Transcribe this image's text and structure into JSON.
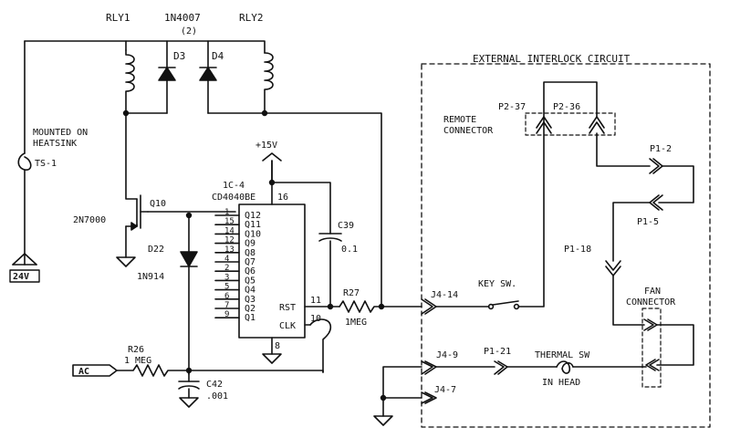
{
  "labels": {
    "rly1": "RLY1",
    "rly2": "RLY2",
    "diode_part": "1N4007",
    "diode_qty": "(2)",
    "d3": "D3",
    "d4": "D4",
    "mounted1": "MOUNTED ON",
    "mounted2": "HEATSINK",
    "ts1": "TS-1",
    "v24": "24V",
    "plus15v": "+15V",
    "ic_ref": "1C-4",
    "ic_part": "CD4040BE",
    "pin16": "16",
    "q10": "Q10",
    "q10_part": "2N7000",
    "d22": "D22",
    "d22_part": "1N914",
    "c39": "C39",
    "c39_val": "0.1",
    "rst": "RST",
    "clk": "CLK",
    "pin11": "11",
    "pin10": "10",
    "pin8": "8",
    "r27": "R27",
    "r27_val": "1MEG",
    "r26": "R26",
    "r26_val": "1 MEG",
    "ac": "AC",
    "c42": "C42",
    "c42_val": ".001",
    "ext_title": "EXTERNAL INTERLOCK CIRCUIT",
    "remote1": "REMOTE",
    "remote2": "CONNECTOR",
    "p2_37": "P2-37",
    "p2_36": "P2-36",
    "p1_2": "P1-2",
    "p1_5": "P1-5",
    "p1_18": "P1-18",
    "j4_14": "J4-14",
    "key_sw": "KEY SW.",
    "j4_9": "J4-9",
    "j4_7": "J4-7",
    "p1_21": "P1-21",
    "thermal_sw": "THERMAL SW",
    "in_head": "IN HEAD",
    "fan1": "FAN",
    "fan2": "CONNECTOR"
  },
  "ic_pins": [
    {
      "num": "1",
      "name": "Q12"
    },
    {
      "num": "15",
      "name": "Q11"
    },
    {
      "num": "14",
      "name": "Q10"
    },
    {
      "num": "12",
      "name": "Q9"
    },
    {
      "num": "13",
      "name": "Q8"
    },
    {
      "num": "4",
      "name": "Q7"
    },
    {
      "num": "2",
      "name": "Q6"
    },
    {
      "num": "3",
      "name": "Q5"
    },
    {
      "num": "5",
      "name": "Q4"
    },
    {
      "num": "6",
      "name": "Q3"
    },
    {
      "num": "7",
      "name": "Q2"
    },
    {
      "num": "9",
      "name": "Q1"
    }
  ]
}
